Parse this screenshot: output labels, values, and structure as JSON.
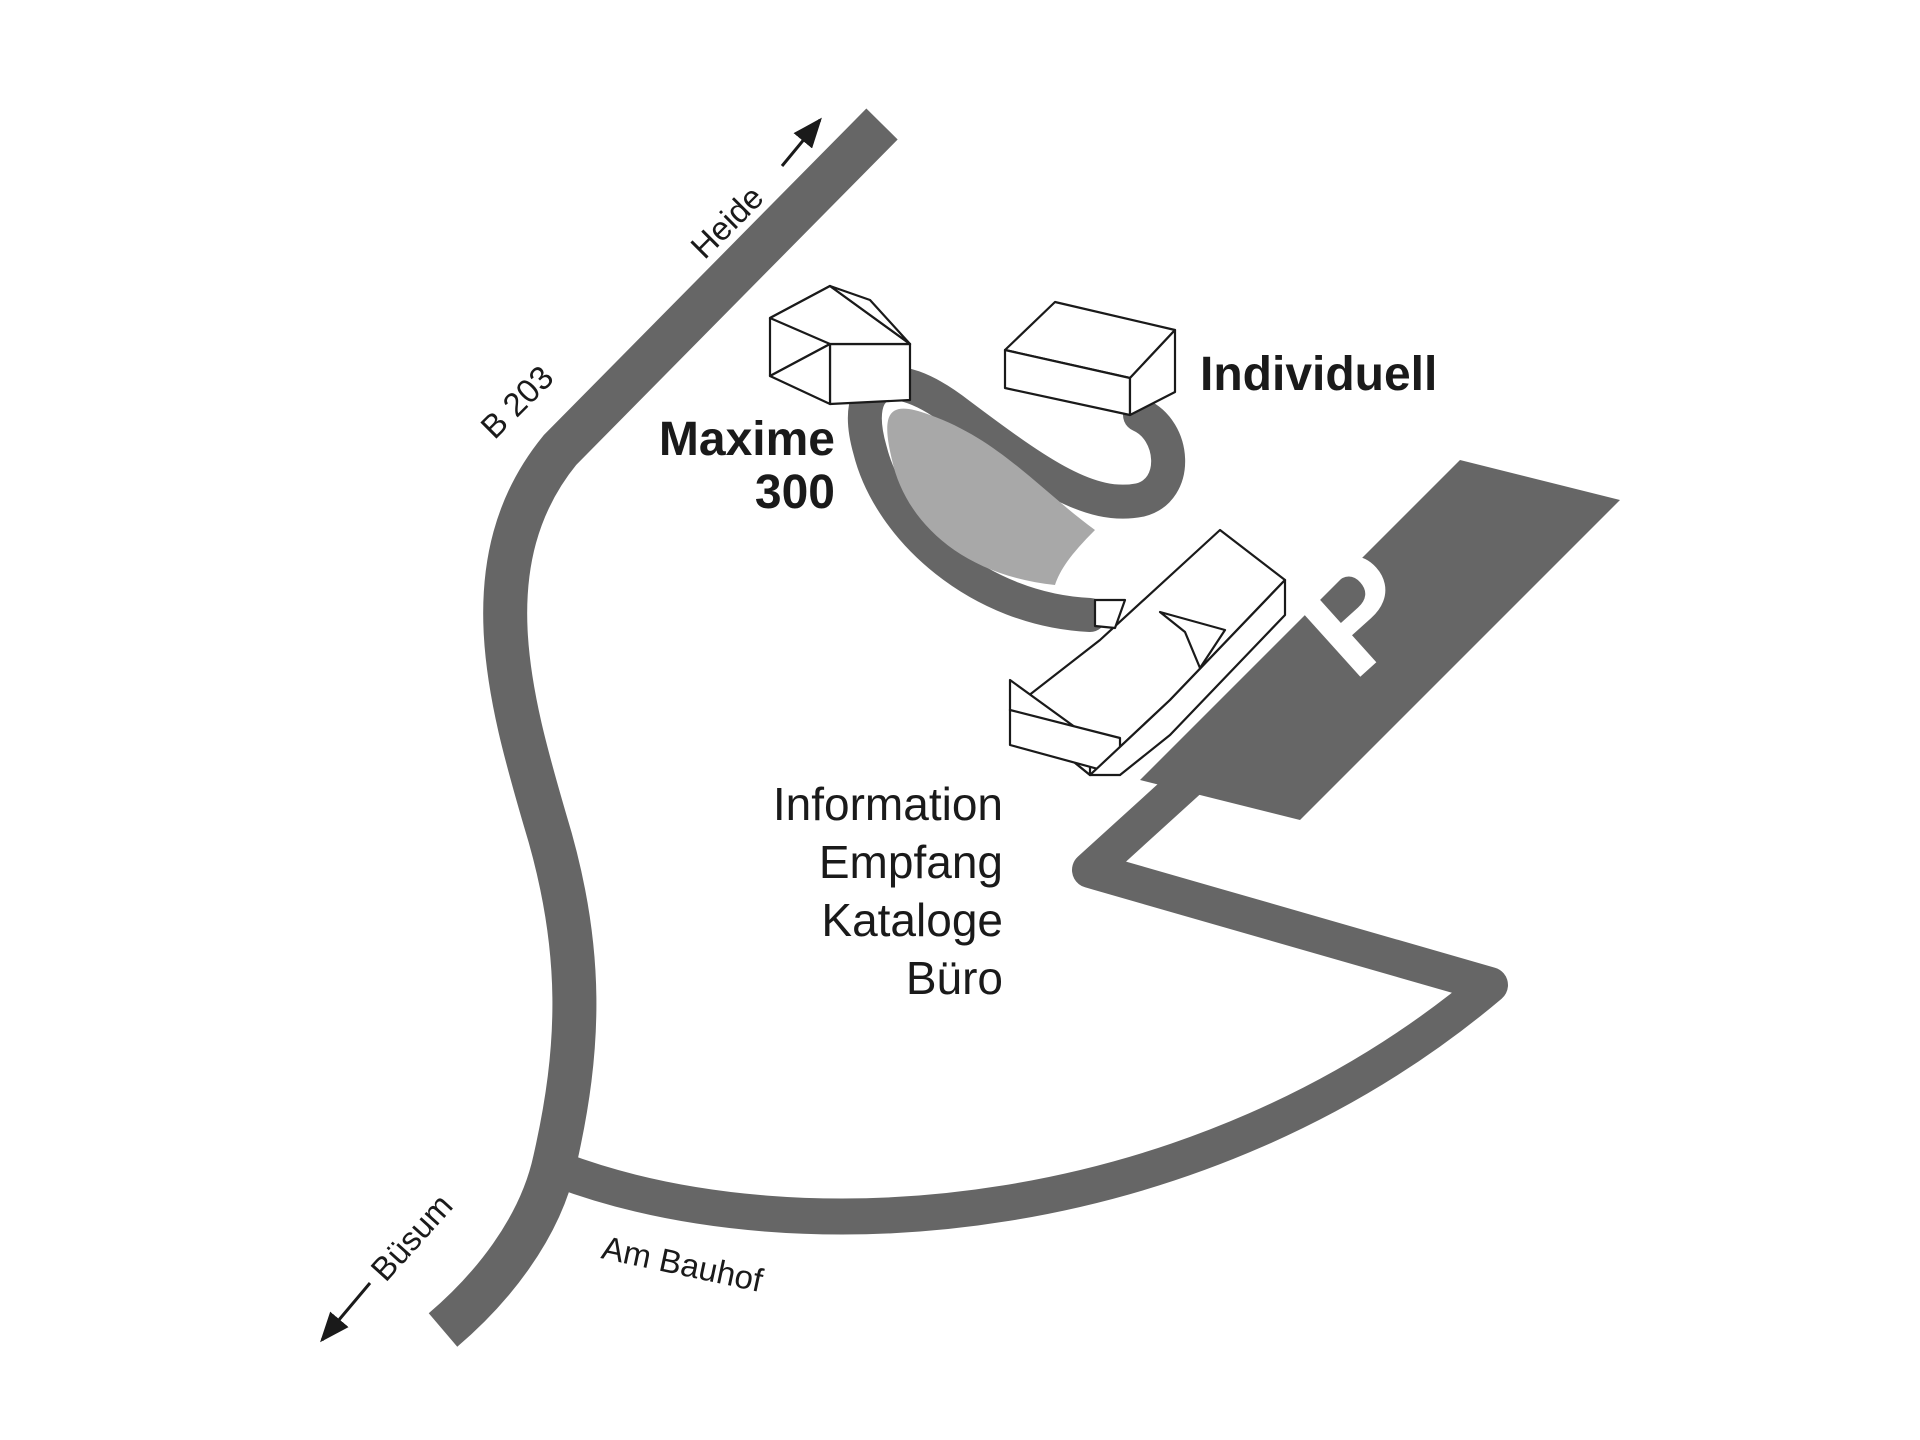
{
  "map": {
    "colors": {
      "background": "#ffffff",
      "road": "#666666",
      "pond": "#a8a8a8",
      "parking": "#666666",
      "building_fill": "#ffffff",
      "outline": "#1a1a1a",
      "parking_letter": "#ffffff"
    },
    "roads": {
      "main": "B 203",
      "north_direction": "Heide",
      "south_direction": "Büsum",
      "side_street": "Am Bauhof"
    },
    "buildings": {
      "maxime": {
        "line1": "Maxime",
        "line2": "300"
      },
      "individuell": "Individuell",
      "info": [
        "Information",
        "Empfang",
        "Kataloge",
        "Büro"
      ]
    },
    "parking": {
      "letter": "P"
    }
  }
}
